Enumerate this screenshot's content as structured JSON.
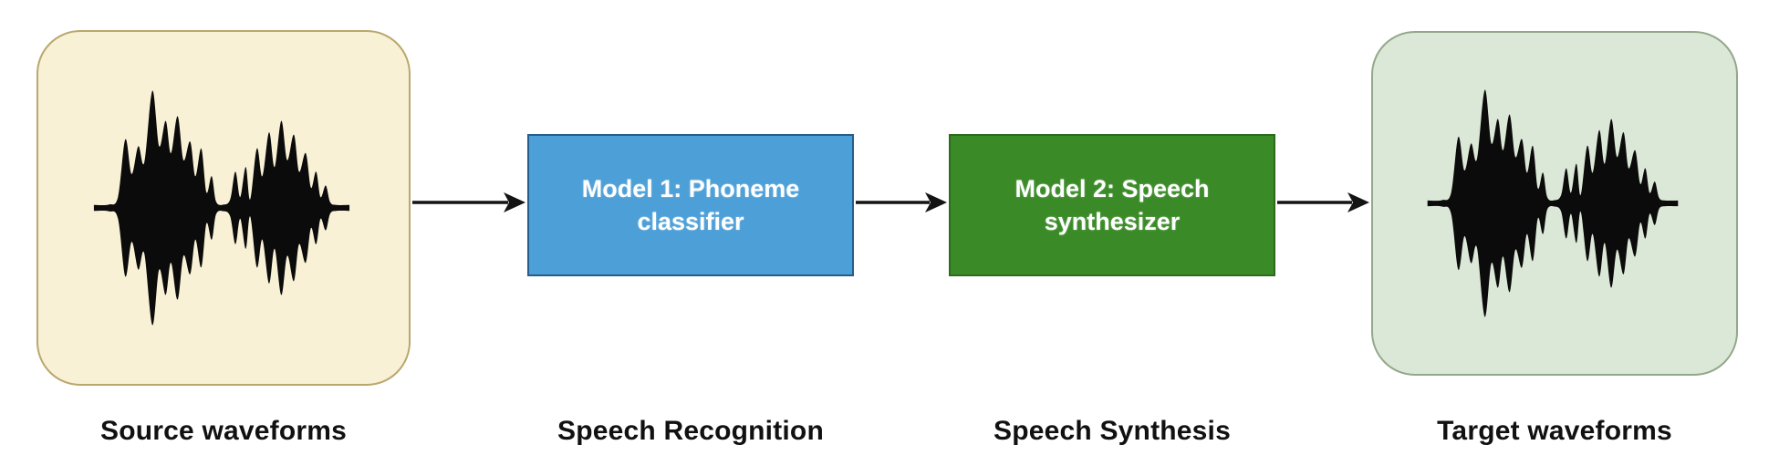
{
  "diagram": {
    "background": "#ffffff",
    "arrow_color": "#141414",
    "caption_color": "#111111",
    "nodes": {
      "source": {
        "caption": "Source waveforms",
        "bg": "#f8f1d6",
        "border": "#b9a76c"
      },
      "model1": {
        "label": "Model 1: Phoneme classifier",
        "caption": "Speech Recognition",
        "bg": "#4c9fd7",
        "border": "#265d8a",
        "text_color": "#ffffff"
      },
      "model2": {
        "label": "Model 2: Speech synthesizer",
        "caption": "Speech Synthesis",
        "bg": "#3a8a27",
        "border": "#2c6b1c",
        "text_color": "#ffffff"
      },
      "target": {
        "caption": "Target waveforms",
        "bg": "#dce8d7",
        "border": "#93a78a"
      }
    },
    "flow_order": [
      "source",
      "model1",
      "model2",
      "target"
    ],
    "waveform": {
      "color": "#0b0b0b",
      "points": [
        [
          15,
          0.012
        ],
        [
          19,
          0.015
        ],
        [
          21.5,
          0.08
        ],
        [
          23.5,
          0.58
        ],
        [
          25.2,
          0.28
        ],
        [
          27,
          0.52
        ],
        [
          28.6,
          0.38
        ],
        [
          30.8,
          1.0
        ],
        [
          32.6,
          0.52
        ],
        [
          34.4,
          0.74
        ],
        [
          35.8,
          0.46
        ],
        [
          37.6,
          0.78
        ],
        [
          39.2,
          0.4
        ],
        [
          41,
          0.56
        ],
        [
          42.4,
          0.26
        ],
        [
          44,
          0.5
        ],
        [
          45.4,
          0.12
        ],
        [
          46.8,
          0.26
        ],
        [
          48,
          0.04
        ],
        [
          50,
          0.015
        ],
        [
          51.8,
          0.06
        ],
        [
          53.2,
          0.3
        ],
        [
          54.5,
          0.08
        ],
        [
          56,
          0.34
        ],
        [
          57.2,
          0.06
        ],
        [
          59,
          0.5
        ],
        [
          60.5,
          0.26
        ],
        [
          62.3,
          0.64
        ],
        [
          63.8,
          0.34
        ],
        [
          65.6,
          0.74
        ],
        [
          67.2,
          0.4
        ],
        [
          69,
          0.62
        ],
        [
          70.4,
          0.3
        ],
        [
          72.2,
          0.46
        ],
        [
          73.6,
          0.16
        ],
        [
          75,
          0.3
        ],
        [
          76.2,
          0.08
        ],
        [
          77.6,
          0.18
        ],
        [
          78.8,
          0.035
        ],
        [
          80.5,
          0.012
        ],
        [
          84,
          0.012
        ]
      ]
    }
  }
}
